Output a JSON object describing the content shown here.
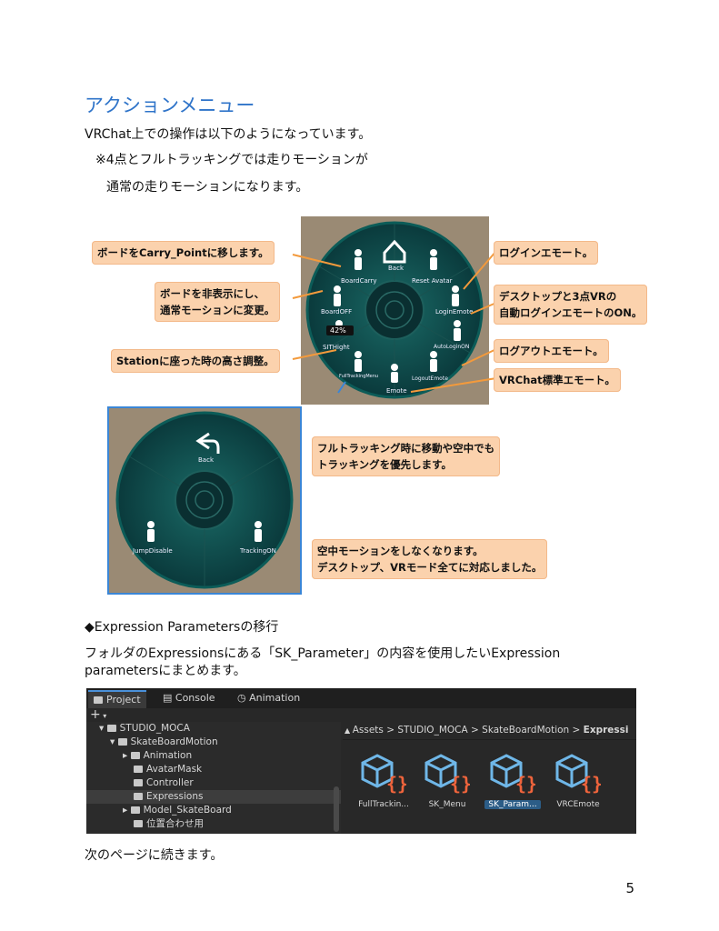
{
  "heading": "アクションメニュー",
  "intro": {
    "line1": "VRChat上での操作は以下のようになっています。",
    "line2": "※4点とフルトラッキングでは走りモーションが",
    "line3": "通常の走りモーションになります。"
  },
  "wheel1": {
    "center_back": "Back",
    "items": [
      "BoardCarry",
      "Reset Avatar",
      "BoardOFF",
      "LoginEmote",
      "SITHight",
      "AutoLoginON",
      "FullTrackingMenu",
      "LogoutEmote",
      "Emote"
    ],
    "percent": "42%"
  },
  "callouts1": {
    "c1": "ボードをCarry_Pointに移します。",
    "c2a": "ボードを非表示にし、",
    "c2b": "通常モーションに変更。",
    "c3": "Stationに座った時の高さ調整。",
    "c4": "ログインエモート。",
    "c5a": "デスクトップと3点VRの",
    "c5b": "自動ログインエモートのON。",
    "c6": "ログアウトエモート。",
    "c7": "VRChat標準エモート。"
  },
  "wheel2": {
    "back": "Back",
    "left": "JumpDisable",
    "right": "TrackingON"
  },
  "callouts2": {
    "c1a": "フルトラッキング時に移動や空中でも",
    "c1b": "トラッキングを優先します。",
    "c2a": "空中モーションをしなくなります。",
    "c2b": "デスクトップ、VRモード全てに対応しました。"
  },
  "section2": {
    "title": "◆Expression Parametersの移行",
    "line1": "フォルダのExpressionsにある「SK_Parameter」の内容を使用したいExpression",
    "line2": "parametersにまとめます。"
  },
  "unity": {
    "tabs": [
      "Project",
      "Console",
      "Animation"
    ],
    "add": "+",
    "tree": [
      "STUDIO_MOCA",
      "SkateBoardMotion",
      "Animation",
      "AvatarMask",
      "Controller",
      "Expressions",
      "Model_SkateBoard",
      "位置合わせ用"
    ],
    "breadcrumb": [
      "Assets",
      "STUDIO_MOCA",
      "SkateBoardMotion",
      "Expressi"
    ],
    "assets": [
      "FullTrackin...",
      "SK_Menu",
      "SK_Param...",
      "VRCEmote"
    ]
  },
  "footer": "次のページに続きます。",
  "page_number": "5",
  "colors": {
    "heading": "#2f74c9",
    "callout": "#fbd2ad",
    "wheel": "#0f4a4a",
    "unity_bg": "#282828"
  }
}
